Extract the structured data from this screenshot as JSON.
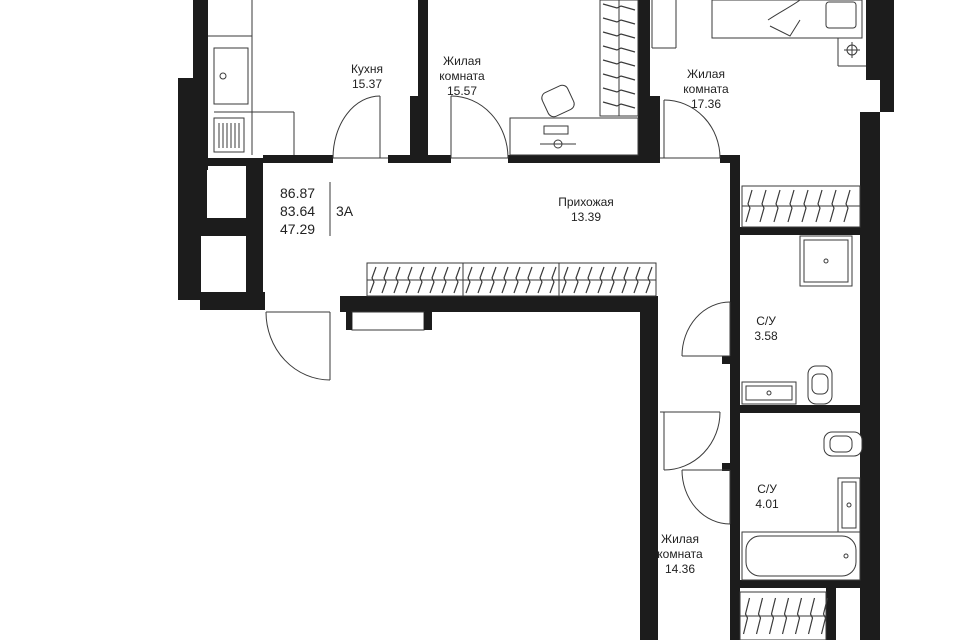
{
  "rooms": [
    {
      "id": "kitchen",
      "name": "Кухня",
      "area": "15.37"
    },
    {
      "id": "living1",
      "name": "Жилая комната",
      "name_line1": "Жилая",
      "name_line2": "комната",
      "area": "15.57"
    },
    {
      "id": "living2",
      "name": "Жилая комната",
      "name_line1": "Жилая",
      "name_line2": "комната",
      "area": "17.36"
    },
    {
      "id": "hallway",
      "name": "Прихожая",
      "area": "13.39"
    },
    {
      "id": "bath1",
      "name": "С/У",
      "area": "3.58"
    },
    {
      "id": "bath2",
      "name": "С/У",
      "area": "4.01"
    },
    {
      "id": "living3",
      "name": "Жилая комната",
      "name_line1": "Жилая",
      "name_line2": "комната",
      "area": "14.36"
    }
  ],
  "apartment": {
    "total_area": "86.87",
    "area_2": "83.64",
    "living_area": "47.29",
    "type": "3А"
  },
  "colors": {
    "wall": "#1c1c1c",
    "line": "#3a3a3a",
    "background": "#ffffff"
  }
}
